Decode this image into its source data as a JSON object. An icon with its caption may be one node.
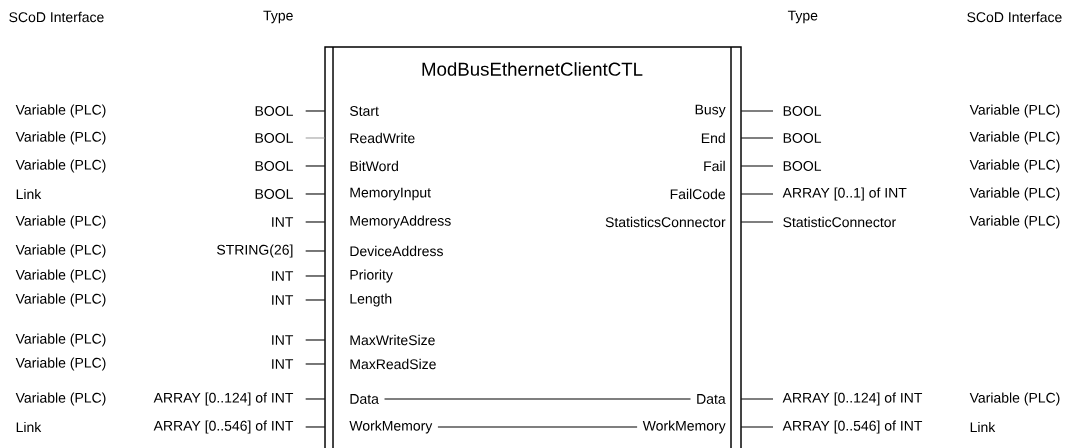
{
  "diagram": {
    "nodes": [
      {
        "text": [
          "ModBusEthernetClientCTL"
        ]
      },
      {
        "text": [
          "Start"
        ],
        "in": 0
      },
      {
        "text": [
          "ReadWrite"
        ],
        "in": 0
      },
      {
        "text": [
          "BitWord"
        ],
        "in": 0
      },
      {
        "text": [
          "MemoryInput"
        ],
        "in": 0
      },
      {
        "text": [
          "MemoryAddress"
        ],
        "in": 0
      },
      {
        "text": [
          "DeviceAddress"
        ],
        "in": 0
      },
      {
        "text": [
          "Priority"
        ],
        "in": 0
      },
      {
        "text": [
          "Length"
        ],
        "in": 0
      },
      {
        "text": [
          "MaxWriteSize"
        ],
        "in": 0
      },
      {
        "text": [
          "MaxReadSize"
        ],
        "in": 0
      },
      {
        "text": [
          "Data"
        ],
        "in": 0
      },
      {
        "text": [
          "WorkMemory"
        ],
        "in": 0
      },
      {
        "text": [
          "Busy"
        ],
        "in": 0
      },
      {
        "text": [
          "End"
        ],
        "in": 0
      },
      {
        "text": [
          "Fail"
        ],
        "in": 0
      },
      {
        "text": [
          "FailCode"
        ],
        "in": 0
      },
      {
        "text": [
          "StatisticsConnector"
        ],
        "in": 0
      },
      {
        "text": [
          "Data"
        ],
        "in": 0
      },
      {
        "text": [
          "WorkMemory"
        ],
        "in": 0
      },
      {
        "text": [
          "BOOL"
        ]
      },
      {
        "text": [
          "BOOL"
        ]
      },
      {
        "text": [
          "BOOL"
        ]
      },
      {
        "text": [
          "BOOL"
        ]
      },
      {
        "text": [
          "INT"
        ]
      },
      {
        "text": [
          "STRING(26]"
        ]
      },
      {
        "text": [
          "INT"
        ]
      },
      {
        "text": [
          "INT"
        ]
      },
      {
        "text": [
          "INT"
        ]
      },
      {
        "text": [
          "INT"
        ]
      },
      {
        "text": [
          "ARRAY [0..124] of INT"
        ]
      },
      {
        "text": [
          "ARRAY [0..546] of INT"
        ]
      },
      {
        "text": [
          "BOOL"
        ]
      },
      {
        "text": [
          "BOOL"
        ]
      },
      {
        "text": [
          "BOOL"
        ]
      },
      {
        "text": [
          "ARRAY [0..1] of INT"
        ]
      },
      {
        "text": [
          "StatisticConnector"
        ]
      },
      {
        "text": [
          "ARRAY [0..124] of INT"
        ]
      },
      {
        "text": [
          "ARRAY [0..546] of INT"
        ]
      }
    ],
    "edges": [
      {
        "from": 20,
        "to": 1,
        "arrow": "none"
      },
      {
        "from": 21,
        "to": 2,
        "arrow": "none",
        "color": "#a0a0a0"
      },
      {
        "from": 22,
        "to": 3,
        "arrow": "none"
      },
      {
        "from": 23,
        "to": 4,
        "arrow": "none"
      },
      {
        "from": 24,
        "to": 5,
        "arrow": "none"
      },
      {
        "from": 25,
        "to": 6,
        "arrow": "none"
      },
      {
        "from": 26,
        "to": 7,
        "arrow": "none"
      },
      {
        "from": 27,
        "to": 8,
        "arrow": "none"
      },
      {
        "from": 28,
        "to": 9,
        "arrow": "none"
      },
      {
        "from": 29,
        "to": 10,
        "arrow": "none"
      },
      {
        "from": 30,
        "to": 11,
        "arrow": "none"
      },
      {
        "from": 31,
        "to": 12,
        "arrow": "none"
      },
      {
        "from": 13,
        "to": 32,
        "arrow": "none"
      },
      {
        "from": 14,
        "to": 33,
        "arrow": "none"
      },
      {
        "from": 15,
        "to": 34,
        "arrow": "none"
      },
      {
        "from": 16,
        "to": 35,
        "arrow": "none"
      },
      {
        "from": 17,
        "to": 36,
        "arrow": "none"
      },
      {
        "from": 18,
        "to": 37,
        "arrow": "none"
      },
      {
        "from": 19,
        "to": 38,
        "arrow": "none"
      },
      {
        "from": 11,
        "to": 18,
        "arrow": "none"
      },
      {
        "from": 12,
        "to": 19,
        "arrow": "none"
      }
    ],
    "labels": [
      "SCoD Interface",
      "Type",
      "Type",
      "SCoD Interface",
      "Variable (PLC)",
      "Variable (PLC)",
      "Variable (PLC)",
      "Variable (PLC)",
      "Variable (PLC)",
      "Variable (PLC)",
      "Link",
      "Variable (PLC)",
      "Variable (PLC)",
      "Variable (PLC)",
      "Variable (PLC)",
      "Variable (PLC)",
      "Variable (PLC)",
      "Variable (PLC)",
      "Variable (PLC)",
      "Variable (PLC)",
      "Variable (PLC)",
      "Link",
      "Link"
    ]
  }
}
